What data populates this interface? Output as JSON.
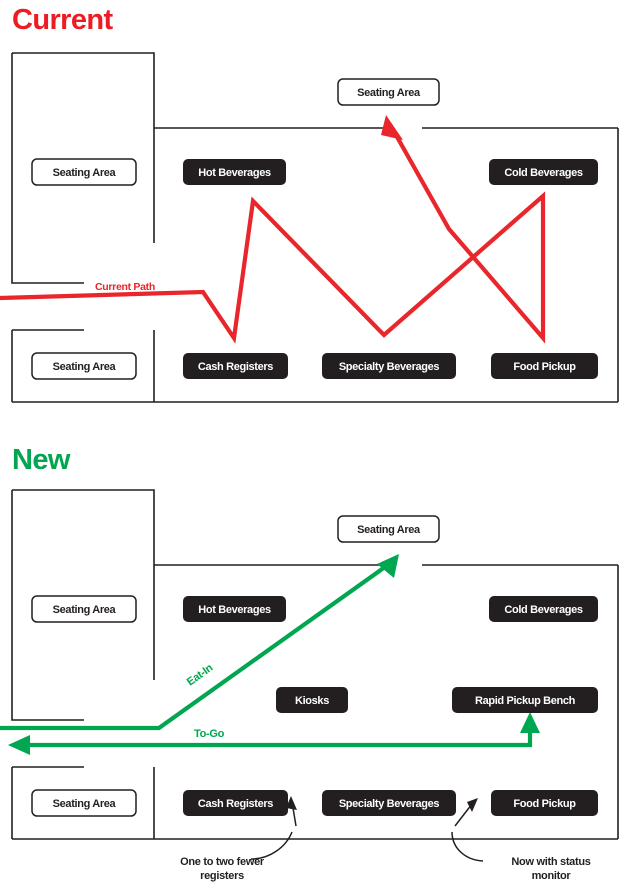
{
  "diagram": {
    "type": "floor-plan-comparison",
    "sections": [
      {
        "id": "current",
        "title": "Current",
        "title_color": "#ed1c24",
        "path_color": "#e8262b",
        "path_labels": [
          "Current Path"
        ],
        "rooms": [
          {
            "label": "Seating Area",
            "style": "outline",
            "position": "left-upper"
          },
          {
            "label": "Seating Area",
            "style": "outline",
            "position": "left-lower"
          },
          {
            "label": "Seating Area",
            "style": "outline",
            "position": "top-center"
          },
          {
            "label": "Hot Beverages",
            "style": "filled",
            "position": "mid-left"
          },
          {
            "label": "Cold Beverages",
            "style": "filled",
            "position": "mid-right"
          },
          {
            "label": "Cash Registers",
            "style": "filled",
            "position": "bottom-left"
          },
          {
            "label": "Specialty Beverages",
            "style": "filled",
            "position": "bottom-center"
          },
          {
            "label": "Food Pickup",
            "style": "filled",
            "position": "bottom-right"
          }
        ],
        "callouts": []
      },
      {
        "id": "new",
        "title": "New",
        "title_color": "#00a650",
        "path_color": "#00a650",
        "path_labels": [
          "Eat-In",
          "To-Go"
        ],
        "rooms": [
          {
            "label": "Seating Area",
            "style": "outline",
            "position": "left-upper"
          },
          {
            "label": "Seating Area",
            "style": "outline",
            "position": "left-lower"
          },
          {
            "label": "Seating Area",
            "style": "outline",
            "position": "top-center"
          },
          {
            "label": "Hot Beverages",
            "style": "filled",
            "position": "mid-left"
          },
          {
            "label": "Cold Beverages",
            "style": "filled",
            "position": "mid-right"
          },
          {
            "label": "Kiosks",
            "style": "filled",
            "position": "center"
          },
          {
            "label": "Rapid Pickup Bench",
            "style": "filled",
            "position": "center-right"
          },
          {
            "label": "Cash Registers",
            "style": "filled",
            "position": "bottom-left"
          },
          {
            "label": "Specialty Beverages",
            "style": "filled",
            "position": "bottom-center"
          },
          {
            "label": "Food Pickup",
            "style": "filled",
            "position": "bottom-right"
          }
        ],
        "callouts": [
          {
            "line1": "One to two fewer",
            "line2": "registers",
            "target": "Cash Registers"
          },
          {
            "line1": "Now with status",
            "line2": "monitor",
            "target": "Food Pickup"
          }
        ]
      }
    ]
  },
  "current": {
    "title": "Current",
    "path_label": "Current Path",
    "rooms": {
      "seating_upper": "Seating Area",
      "seating_lower": "Seating Area",
      "seating_top": "Seating Area",
      "hot_beverages": "Hot Beverages",
      "cold_beverages": "Cold Beverages",
      "cash_registers": "Cash Registers",
      "specialty_beverages": "Specialty Beverages",
      "food_pickup": "Food Pickup"
    }
  },
  "new": {
    "title": "New",
    "path_label_eatin": "Eat-In",
    "path_label_togo": "To-Go",
    "rooms": {
      "seating_upper": "Seating Area",
      "seating_lower": "Seating Area",
      "seating_top": "Seating Area",
      "hot_beverages": "Hot Beverages",
      "cold_beverages": "Cold Beverages",
      "kiosks": "Kiosks",
      "rapid_pickup_bench": "Rapid Pickup Bench",
      "cash_registers": "Cash Registers",
      "specialty_beverages": "Specialty Beverages",
      "food_pickup": "Food Pickup"
    },
    "callouts": {
      "registers_line1": "One to two fewer",
      "registers_line2": "registers",
      "pickup_line1": "Now with status",
      "pickup_line2": "monitor"
    }
  },
  "colors": {
    "red": "#e8262b",
    "red_title": "#ed1c24",
    "green": "#00a650",
    "ink": "#231f20",
    "paper": "#ffffff"
  }
}
